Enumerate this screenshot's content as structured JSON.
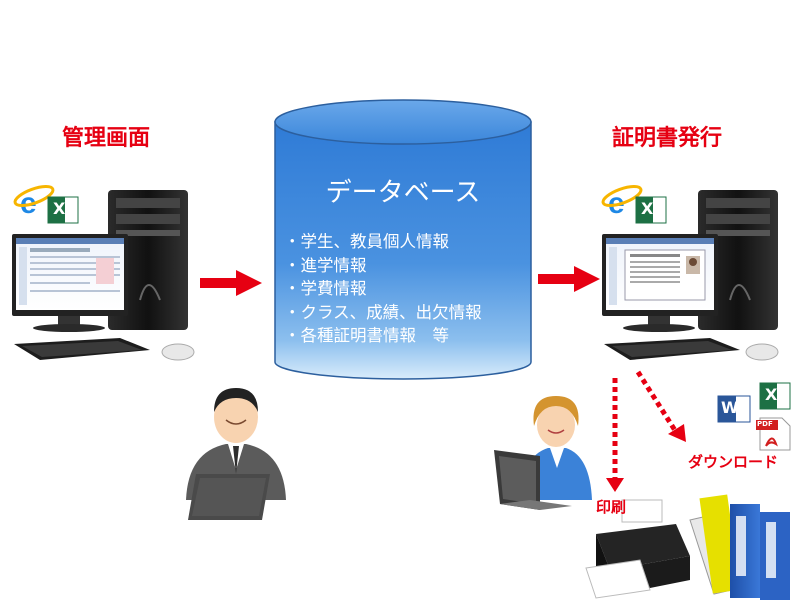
{
  "left_panel": {
    "title": "管理画面"
  },
  "right_panel": {
    "title": "証明書発行"
  },
  "database": {
    "title": "データベース",
    "items": [
      "・学生、教員個人情報",
      "・進学情報",
      "・学費情報",
      "・クラス、成績、出欠情報",
      "・各種証明書情報　等"
    ]
  },
  "outputs": {
    "download_label": "ダウンロード",
    "print_label": "印刷"
  },
  "icons": {
    "excel_letter": "X",
    "word_letter": "W",
    "pdf_letter": "PDF"
  },
  "colors": {
    "accent_red": "#e60012",
    "db_blue": "#3f86d8",
    "db_light": "#9cc6f0"
  }
}
